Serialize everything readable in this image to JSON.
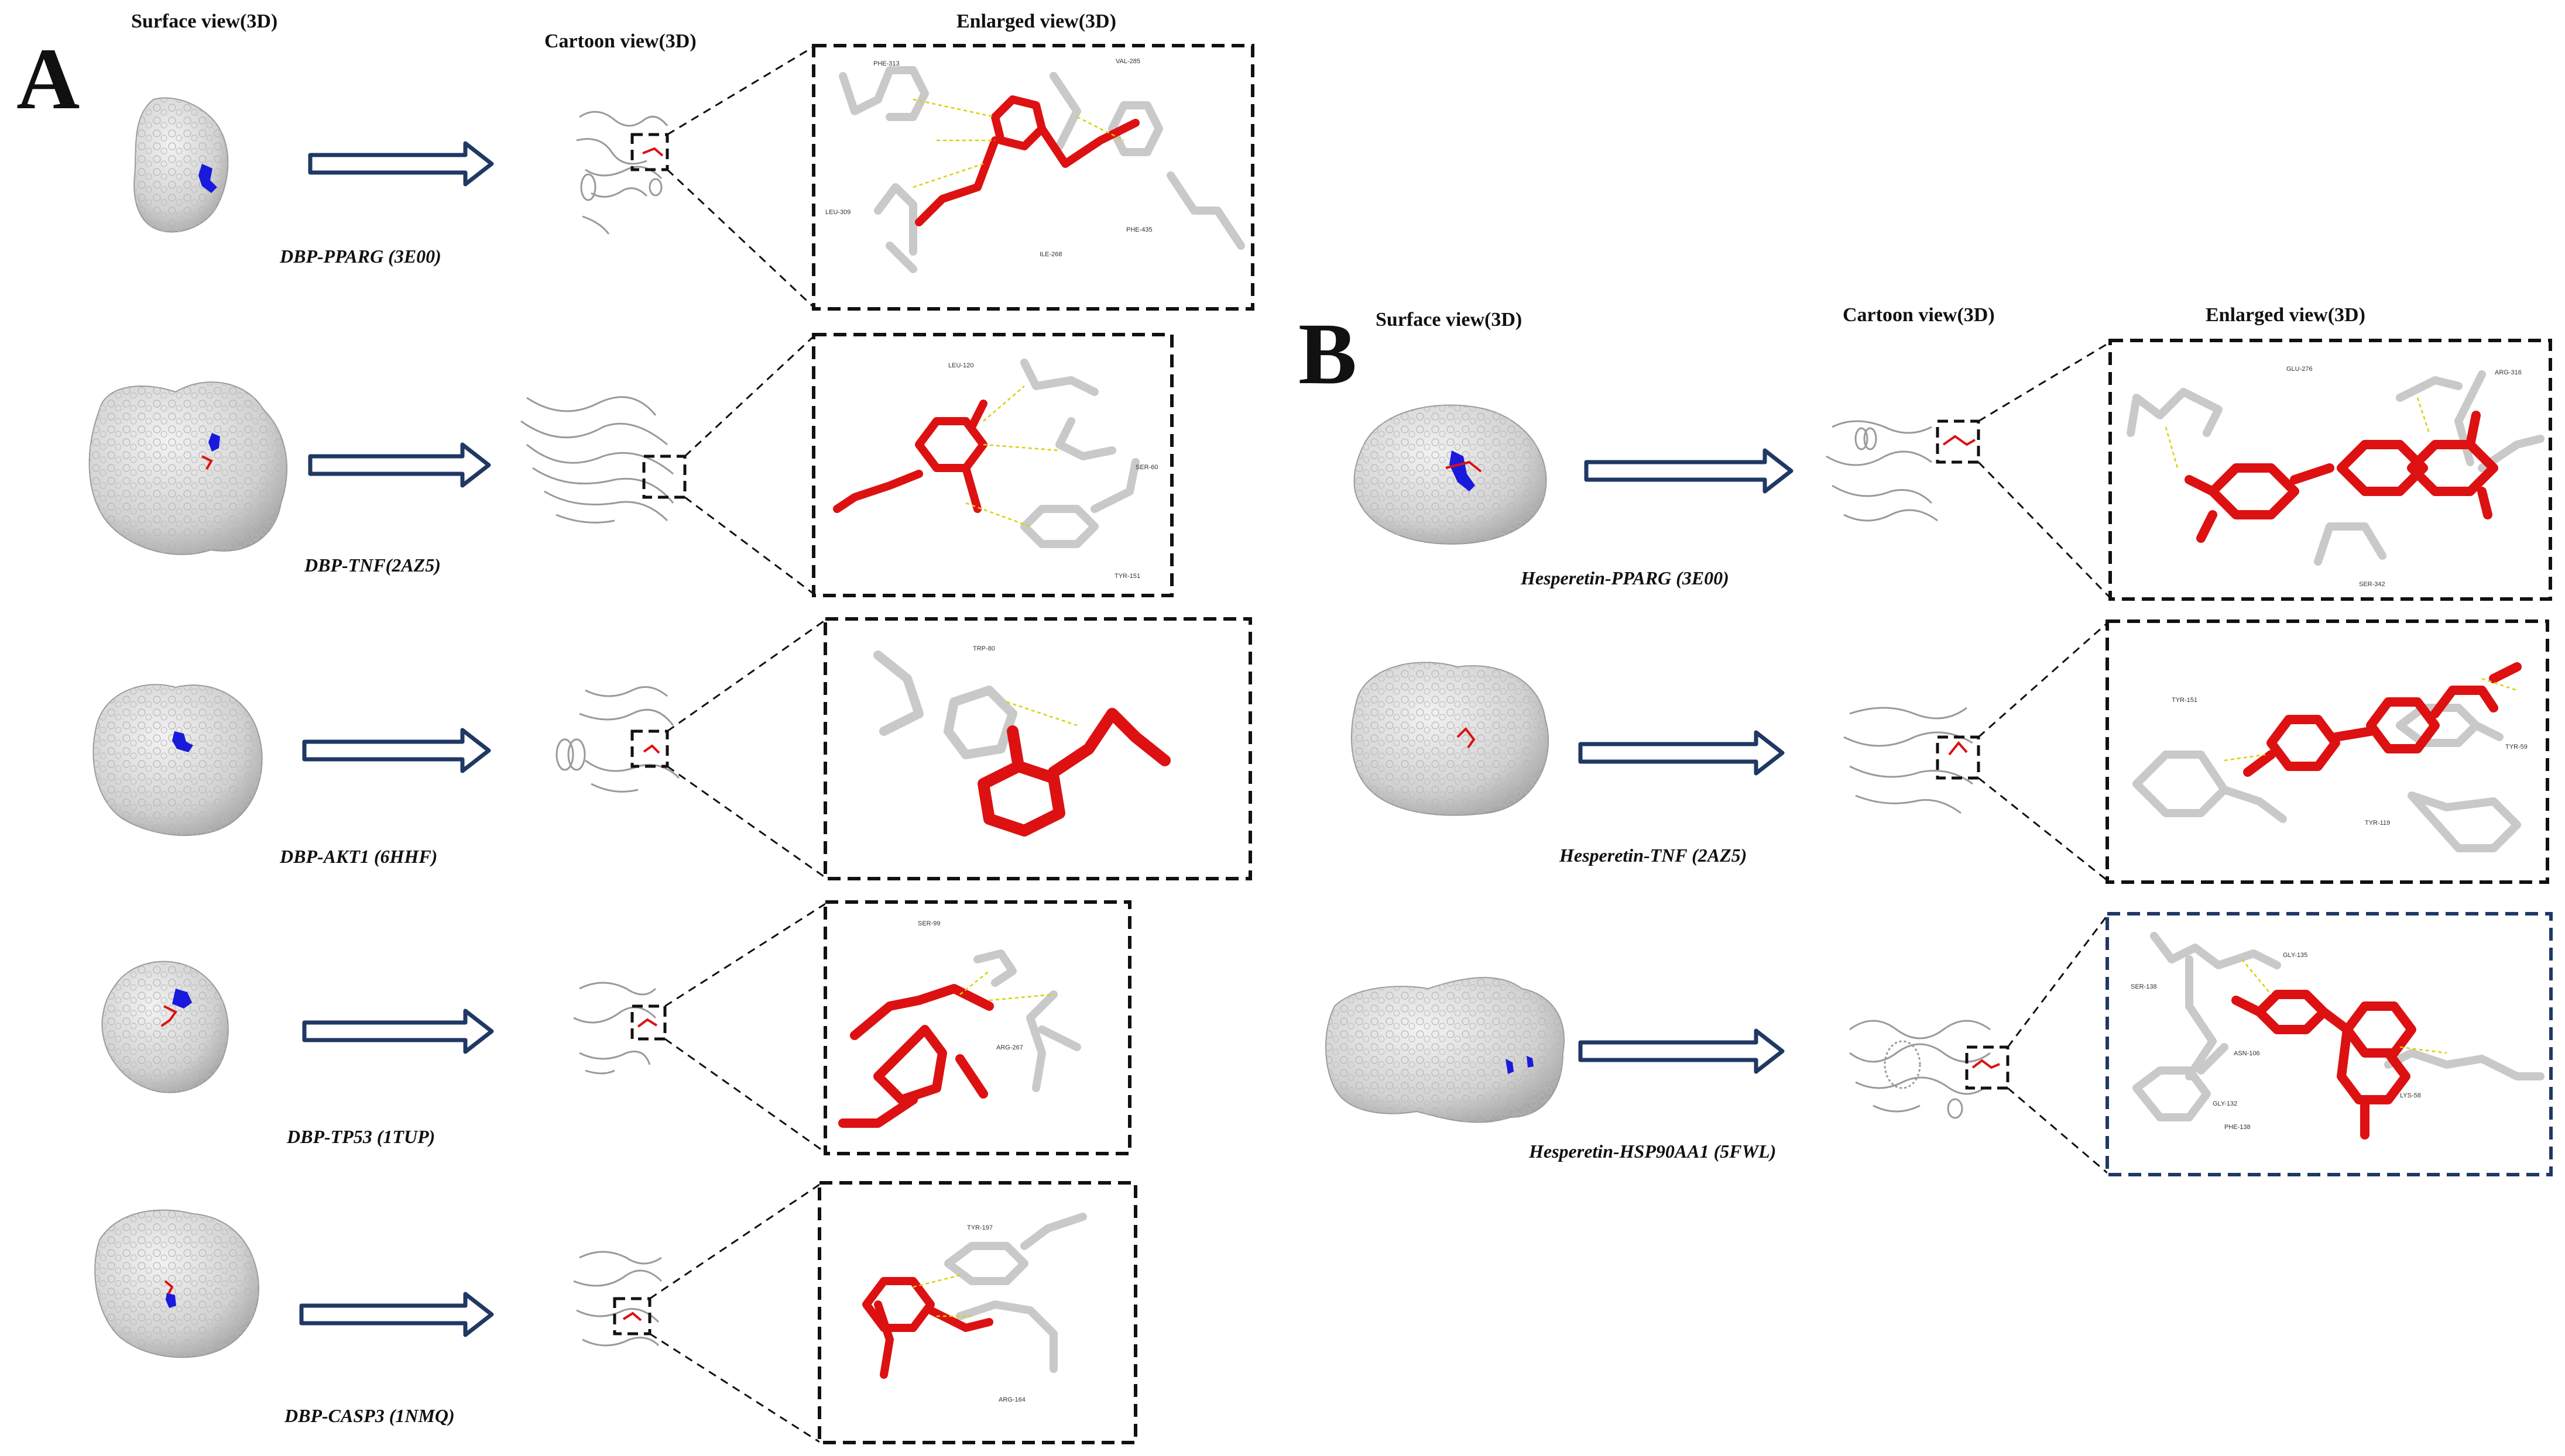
{
  "panels": {
    "A": {
      "letter": "A",
      "headers": {
        "surface": "Surface view(3D)",
        "cartoon": "Cartoon view(3D)",
        "enlarged": "Enlarged view(3D)"
      },
      "rows": [
        {
          "caption": "DBP-PPARG (3E00)",
          "residues": [
            "PHE-313",
            "VAL-285",
            "LEU-309",
            "ILE-268",
            "PHE-435"
          ]
        },
        {
          "caption": "DBP-TNF(2AZ5)",
          "residues": [
            "LEU-120",
            "SER-60",
            "TYR-151"
          ]
        },
        {
          "caption": "DBP-AKT1 (6HHF)",
          "residues": [
            "TRP-80"
          ]
        },
        {
          "caption": "DBP-TP53 (1TUP)",
          "residues": [
            "SER-99",
            "ARG-267"
          ]
        },
        {
          "caption": "DBP-CASP3 (1NMQ)",
          "residues": [
            "TYR-197",
            "ARG-164"
          ]
        }
      ]
    },
    "B": {
      "letter": "B",
      "headers": {
        "surface": "Surface view(3D)",
        "cartoon": "Cartoon view(3D)",
        "enlarged": "Enlarged view(3D)"
      },
      "rows": [
        {
          "caption": "Hesperetin-PPARG (3E00)",
          "residues": [
            "GLU-276",
            "ARG-316",
            "SER-342"
          ]
        },
        {
          "caption": "Hesperetin-TNF (2AZ5)",
          "residues": [
            "TYR-151",
            "TYR-59",
            "TYR-119"
          ]
        },
        {
          "caption": "Hesperetin-HSP90AA1 (5FWL)",
          "residues": [
            "GLY-135",
            "SER-138",
            "ASN-106",
            "GLY-132",
            "PHE-138",
            "LYS-58"
          ]
        }
      ]
    }
  },
  "colors": {
    "arrow": "#1f3864",
    "ligand": "#dd1111",
    "protein": "#cfcfcf",
    "binding_site": "#1a1adc",
    "hbond": "#d4d400"
  }
}
